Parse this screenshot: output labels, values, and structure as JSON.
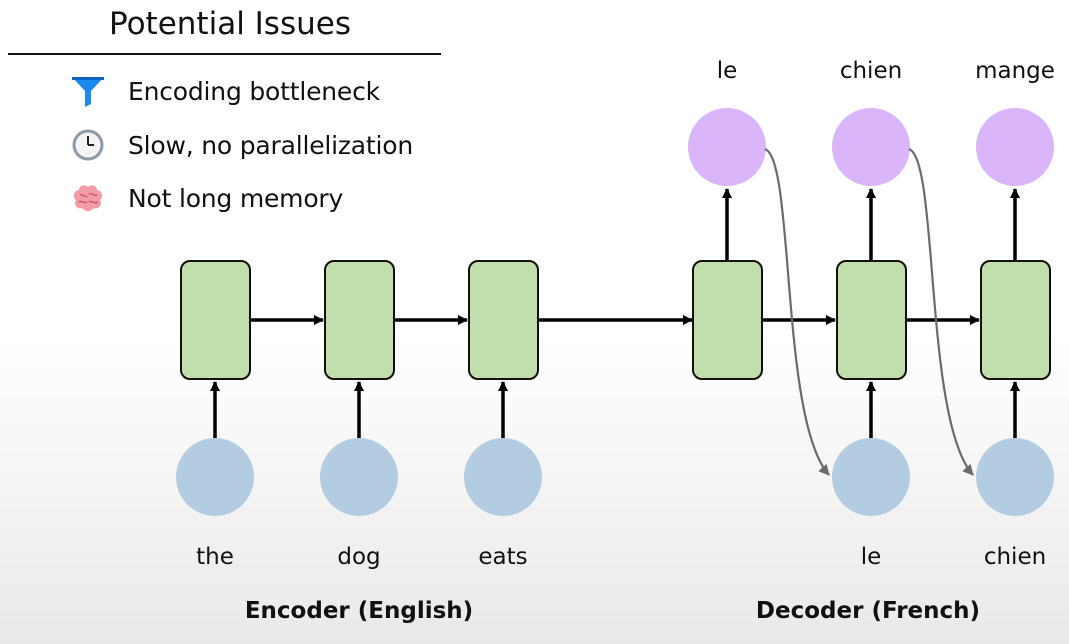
{
  "title": "Potential Issues",
  "issues": [
    {
      "icon": "funnel-icon",
      "text": "Encoding bottleneck"
    },
    {
      "icon": "clock-icon",
      "text": "Slow, no parallelization"
    },
    {
      "icon": "brain-icon",
      "text": "Not long memory"
    }
  ],
  "encoder": {
    "inputs": [
      "the",
      "dog",
      "eats"
    ],
    "caption": "Encoder (English)"
  },
  "decoder": {
    "outputs": [
      "le",
      "chien",
      "mange"
    ],
    "inputs": [
      "le",
      "chien"
    ],
    "caption": "Decoder (French)"
  },
  "colors": {
    "cell_fill": "#bfdfac",
    "input_node": "#b3cce2",
    "output_node": "#dab5fa",
    "feedback_arrow": "#6b6b6b"
  }
}
